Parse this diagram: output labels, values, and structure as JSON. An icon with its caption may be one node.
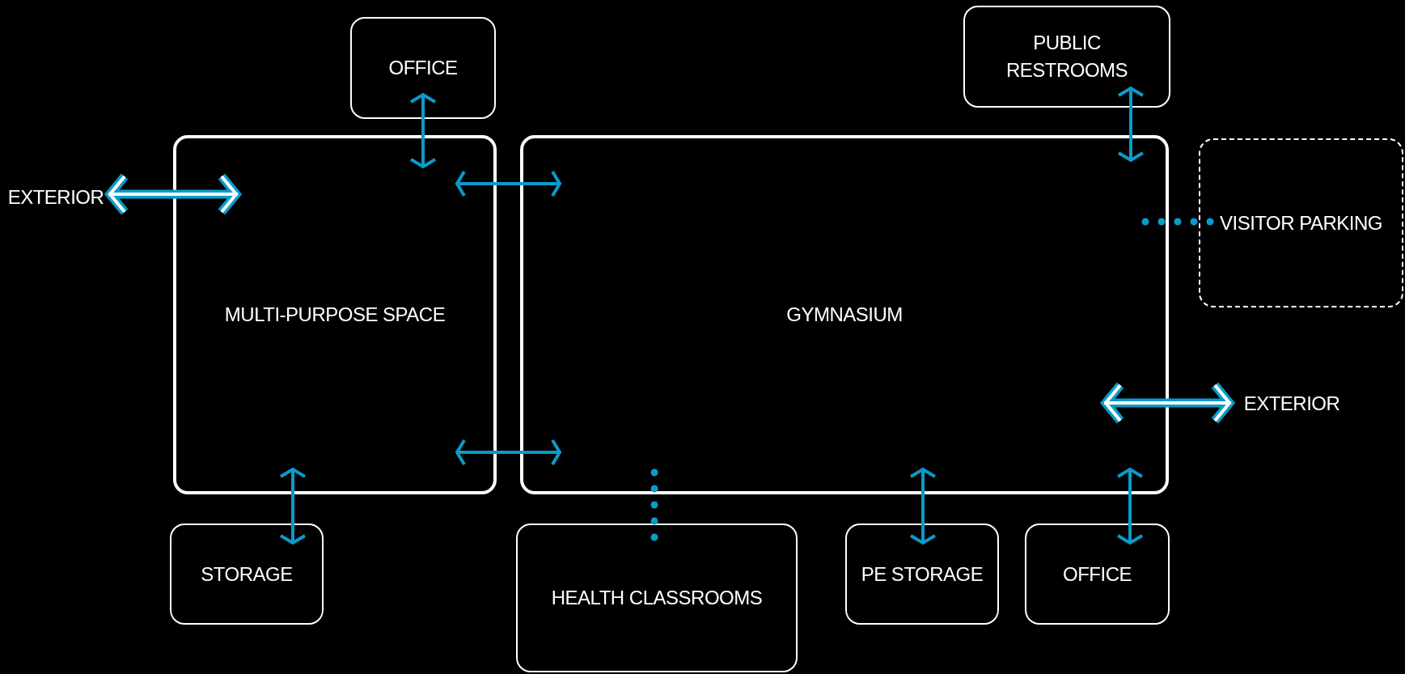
{
  "diagram": {
    "nodes": [
      {
        "text": [
          "OFFICE"
        ]
      },
      {
        "text": [
          "PUBLIC RESTROOMS"
        ]
      },
      {
        "text": [
          "EXTERIOR"
        ]
      },
      {
        "text": [
          "MULTI-PURPOSE SPACE"
        ]
      },
      {
        "text": [
          "GYMNASIUM"
        ]
      },
      {
        "text": [
          "VISITOR PARKING"
        ]
      },
      {
        "text": [
          "EXTERIOR"
        ]
      },
      {
        "text": [
          "STORAGE"
        ]
      },
      {
        "text": [
          "HEALTH CLASSROOMS"
        ]
      },
      {
        "text": [
          "PE STORAGE"
        ]
      },
      {
        "text": [
          "OFFICE"
        ]
      }
    ],
    "edges": [
      {
        "from": 0,
        "to": 3,
        "arrow": "both"
      },
      {
        "from": 2,
        "to": 3,
        "arrow": "both",
        "style": "thick"
      },
      {
        "from": 3,
        "to": 4,
        "arrow": "both"
      },
      {
        "from": 1,
        "to": 4,
        "arrow": "both"
      },
      {
        "from": 4,
        "to": 5,
        "arrow": "none",
        "style": "dashed"
      },
      {
        "from": 4,
        "to": 6,
        "arrow": "both",
        "style": "thick"
      },
      {
        "from": 3,
        "to": 4,
        "arrow": "both"
      },
      {
        "from": 3,
        "to": 7,
        "arrow": "both"
      },
      {
        "from": 4,
        "to": 8,
        "arrow": "none",
        "style": "dashed"
      },
      {
        "from": 4,
        "to": 9,
        "arrow": "both"
      },
      {
        "from": 4,
        "to": 10,
        "arrow": "both"
      }
    ]
  }
}
